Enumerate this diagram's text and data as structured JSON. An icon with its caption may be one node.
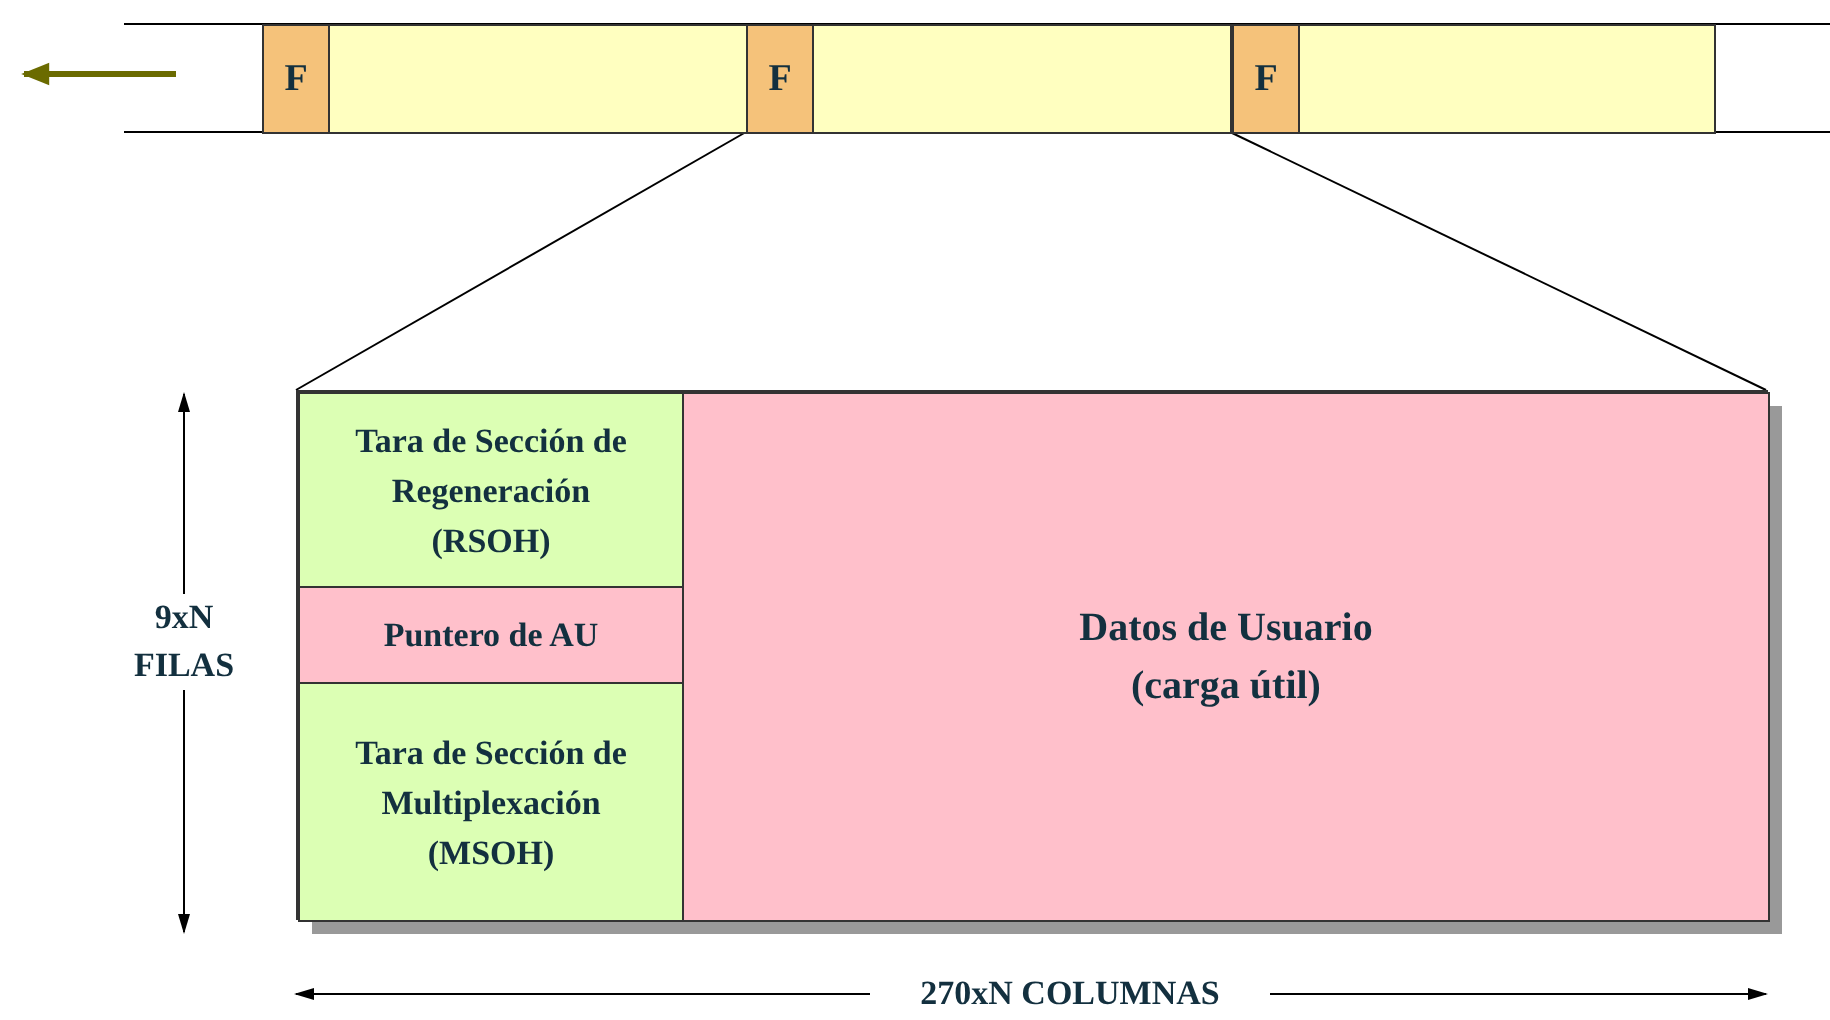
{
  "diagram": {
    "nodes": [
      {
        "text": [
          "F"
        ]
      },
      {
        "text": [],
        "shape": "box"
      },
      {
        "text": [
          "F"
        ]
      },
      {
        "text": [],
        "shape": "box"
      },
      {
        "text": [
          "F"
        ]
      },
      {
        "text": [],
        "shape": "box"
      },
      {
        "text": [],
        "shape": "box"
      },
      {
        "text": [
          "Tara de Sección de Regeneración (RSOH)"
        ],
        "in": 6
      },
      {
        "text": [
          "Puntero de AU"
        ],
        "in": 6
      },
      {
        "text": [
          "Tara de Sección de Multiplexación (MSOH)"
        ],
        "in": 6
      },
      {
        "text": [
          "Datos de Usuario (carga útil)"
        ],
        "in": 6
      }
    ],
    "labels": [
      "9xN FILAS",
      "270xN COLUMNAS"
    ]
  }
}
